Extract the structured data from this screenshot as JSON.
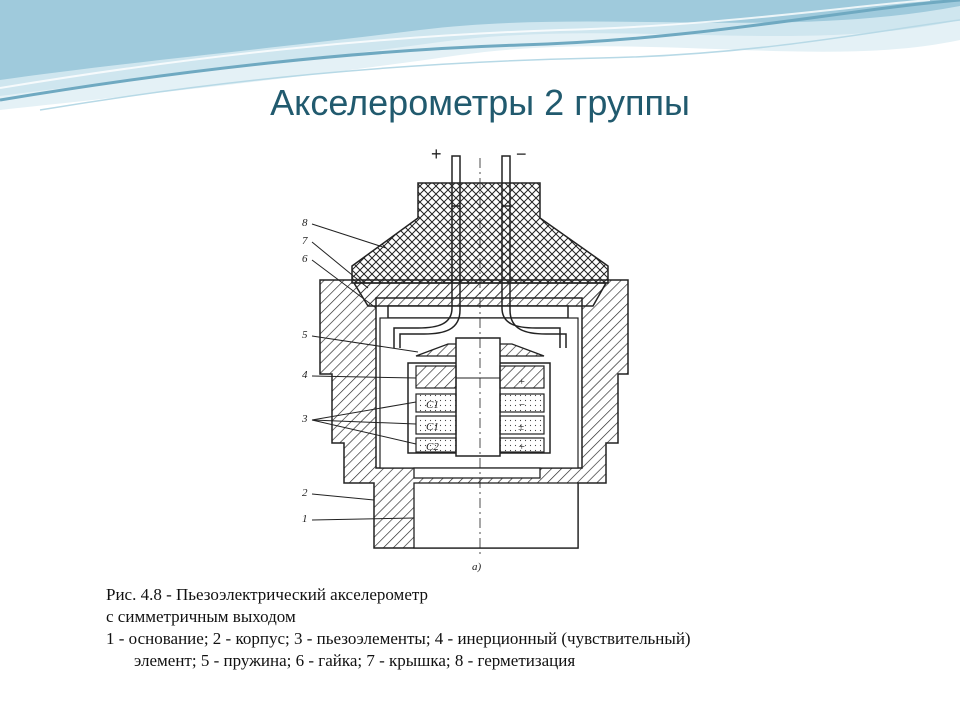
{
  "slide": {
    "title": "Акселерометры 2 группы"
  },
  "colors": {
    "title": "#215a6e",
    "wave_light": "#cfe6ef",
    "wave_mid": "#9fcadc",
    "wave_dark": "#6fa9c1"
  },
  "figure": {
    "terminal_plus": "+",
    "terminal_minus": "−",
    "sublabel": "а)",
    "part_labels": [
      "8",
      "7",
      "6",
      "5",
      "4",
      "3",
      "2",
      "1"
    ],
    "element_labels": [
      "C1",
      "C1",
      "C2"
    ],
    "polarity_marks": [
      "+",
      "−",
      "±",
      "+"
    ]
  },
  "caption": {
    "line1": "Рис. 4.8 - Пьезоэлектрический   акселерометр",
    "line2": "с симметричным выходом",
    "line3": "1 - основание; 2 - корпус; 3 - пьезоэлементы; 4 - инерционный (чувствительный)",
    "line4": "элемент; 5 - пружина; 6 - гайка; 7 - крышка; 8 - герметизация"
  }
}
